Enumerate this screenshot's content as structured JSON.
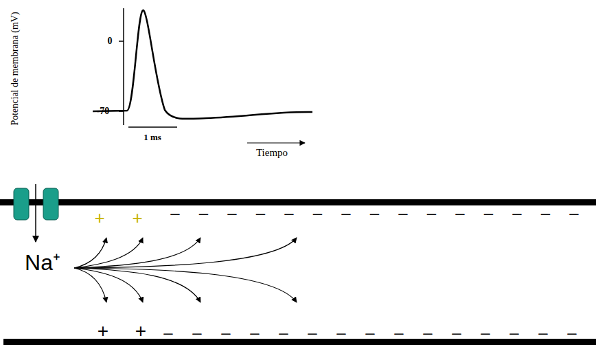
{
  "diagram": {
    "labels": [
      "Potencial de membrana (mV)",
      "0",
      "-70",
      "1 ms",
      "Tiempo",
      "Na⁺",
      "+",
      "+",
      "–",
      "–",
      "–",
      "–",
      "–",
      "–",
      "–",
      "–",
      "–",
      "–",
      "–",
      "–",
      "–",
      "–",
      "–",
      "+",
      "+",
      "–",
      "–",
      "–",
      "–",
      "–",
      "–",
      "–",
      "–",
      "–",
      "–",
      "–",
      "–",
      "–",
      "–",
      "–"
    ]
  }
}
